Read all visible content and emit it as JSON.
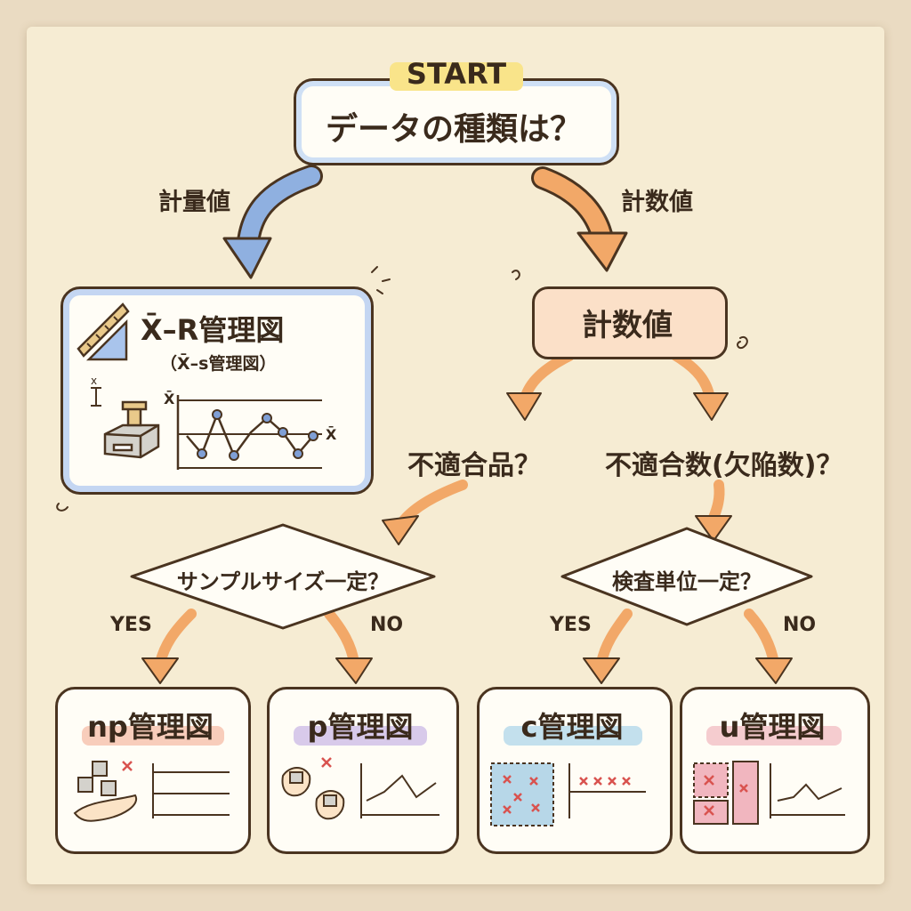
{
  "start": {
    "tag": "START",
    "question": "データの種類は？"
  },
  "branches": {
    "variable": "計量値",
    "attribute": "計数値"
  },
  "xr_chart": {
    "title": "X̄–R管理図",
    "subtitle": "（X̄–s管理図）",
    "axis_top": "X̄",
    "axis_right": "X̄",
    "axis_small": "x"
  },
  "attribute_node": "計数値",
  "defectives_q": "不適合品？",
  "defects_q": "不適合数(欠陥数)？",
  "sample_size_q": "サンプルサイズ一定？",
  "unit_q": "検査単位一定？",
  "yes": "YES",
  "no": "NO",
  "charts": {
    "np": "np管理図",
    "p": "p管理図",
    "c": "c管理図",
    "u": "u管理図"
  },
  "colors": {
    "blue_arrow": "#7f9fd6",
    "orange_arrow": "#f0a060",
    "frame": "#4a3420",
    "np_highlight": "#f5b8a3",
    "p_highlight": "#c7b3e6",
    "c_highlight": "#a9d3ea",
    "u_highlight": "#f1b6bf"
  }
}
